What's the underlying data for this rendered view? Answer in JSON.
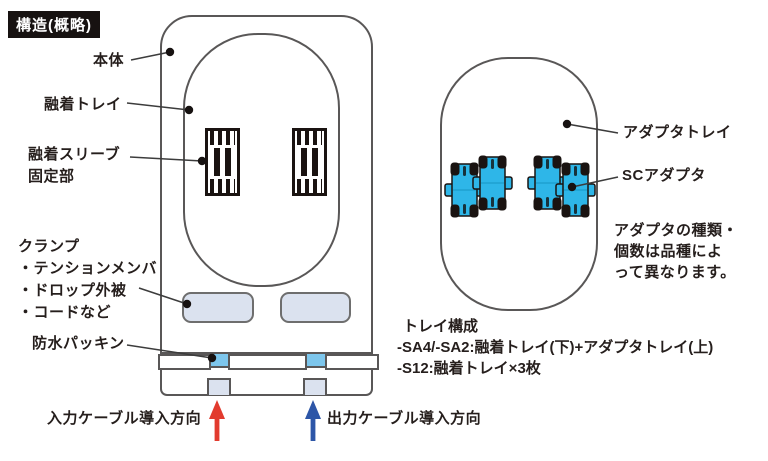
{
  "title": "構造(概略)",
  "left_device": {
    "label_body": "本体",
    "label_fusion_tray": "融着トレイ",
    "label_sleeve": {
      "line1": "融着スリーブ",
      "line2": "固定部"
    },
    "label_clamp": {
      "line1": "クランプ",
      "line2": "・テンションメンバ",
      "line3": "・ドロップ外被",
      "line4": "・コードなど"
    },
    "label_packing": "防水パッキン",
    "input_direction": "入力ケーブル導入方向",
    "output_direction": "出力ケーブル導入方向"
  },
  "right_device": {
    "label_adapter_tray": "アダプタトレイ",
    "label_sc_adapter": "SCアダプタ",
    "note": {
      "line1": "アダプタの種類・",
      "line2": "個数は品種によ",
      "line3": "って異なります。"
    }
  },
  "tray_config": {
    "heading": "トレイ構成",
    "line1": "-SA4/-SA2:融着トレイ(下)+アダプタトレイ(上)",
    "line2": "-S12:融着トレイ×3枚"
  },
  "colors": {
    "outline": "#595757",
    "text": "#251e1c",
    "panel_fill": "#dbe2ef",
    "packing_blue": "#7dc6ec",
    "adapter_cyan": "#2eb6e8",
    "arrow_red": "#e23b2e",
    "arrow_blue": "#2d56a7",
    "title_bg": "#171211",
    "title_fg": "#ffffff"
  }
}
